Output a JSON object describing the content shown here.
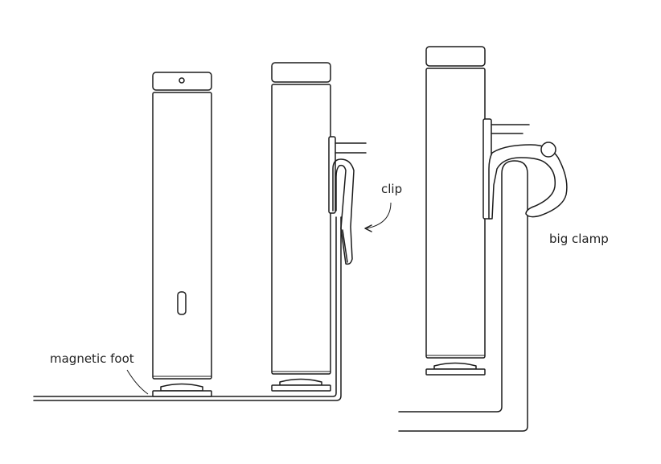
{
  "labels": {
    "magnetic_foot": "magnetic foot",
    "clip": "clip",
    "big_clamp": "big clamp"
  },
  "colors": {
    "line": "#1c1c1c",
    "text": "#222222",
    "background": "#ffffff"
  }
}
